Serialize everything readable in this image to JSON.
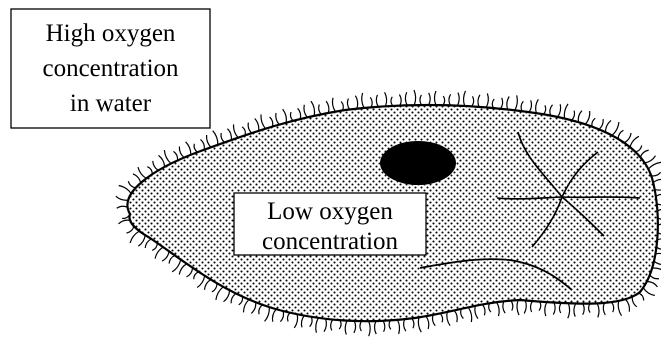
{
  "outside_label": {
    "line1": "High oxygen",
    "line2": "concentration",
    "line3": "in water"
  },
  "inside_label": {
    "line1": "Low oxygen",
    "line2": "concentration"
  },
  "colors": {
    "ink": "#000000",
    "paper": "#ffffff",
    "stipple": "#000000"
  }
}
